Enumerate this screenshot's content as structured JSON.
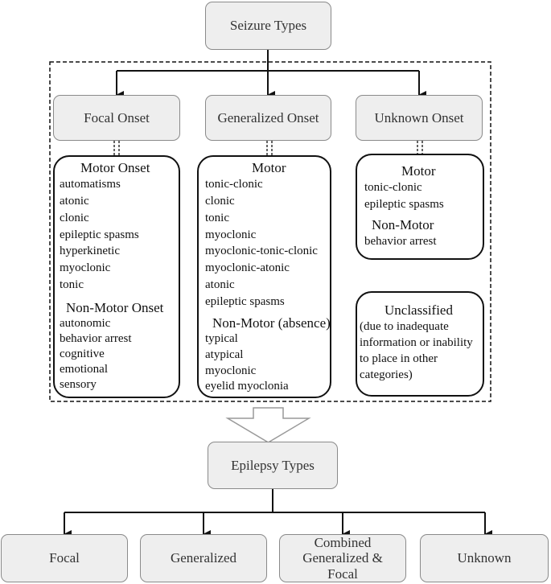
{
  "seizure": {
    "title": "Seizure Types",
    "onsets": [
      {
        "label": "Focal Onset",
        "groups": [
          {
            "header": "Motor Onset",
            "items": [
              "automatisms",
              "atonic",
              "clonic",
              "epileptic spasms",
              "hyperkinetic",
              "myoclonic",
              "tonic"
            ]
          },
          {
            "header": "Non-Motor Onset",
            "items": [
              "autonomic",
              "behavior arrest",
              "cognitive",
              "emotional",
              "sensory"
            ]
          }
        ]
      },
      {
        "label": "Generalized Onset",
        "groups": [
          {
            "header": "Motor",
            "items": [
              "tonic-clonic",
              "clonic",
              "tonic",
              "myoclonic",
              "myoclonic-tonic-clonic",
              "myoclonic-atonic",
              "atonic",
              "epileptic spasms"
            ]
          },
          {
            "header": "Non-Motor (absence)",
            "items": [
              "typical",
              "atypical",
              "myoclonic",
              "eyelid myoclonia"
            ]
          }
        ]
      },
      {
        "label": "Unknown Onset",
        "groups": [
          {
            "header": "Motor",
            "items": [
              "tonic-clonic",
              "epileptic spasms"
            ]
          },
          {
            "header": "Non-Motor",
            "items": [
              "behavior arrest"
            ]
          }
        ]
      }
    ],
    "unclassified": {
      "header": "Unclassified",
      "lines": [
        "(due to inadequate",
        "information or inability",
        "to place in other",
        "categories)"
      ]
    }
  },
  "epilepsy": {
    "title": "Epilepsy Types",
    "types": [
      "Focal",
      "Generalized",
      "Combined Generalized & Focal",
      "Unknown"
    ]
  }
}
